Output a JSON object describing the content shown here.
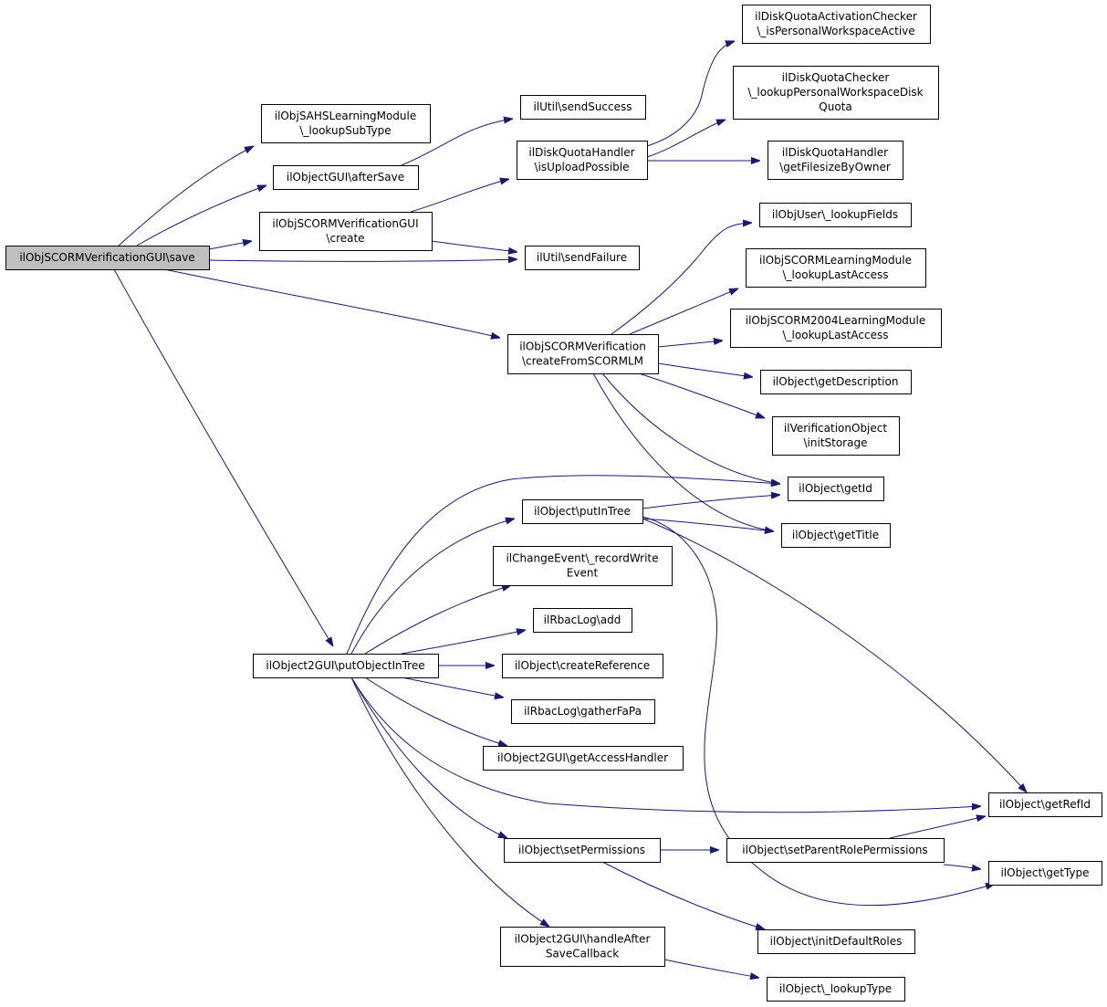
{
  "diagram": {
    "nodes": [
      {
        "id": "root",
        "lines": [
          "ilObjSCORMVerificationGUI\\save"
        ],
        "highlight": true
      },
      {
        "id": "sahs_lookup",
        "lines": [
          "ilObjSAHSLearningModule",
          "\\_lookupSubType"
        ]
      },
      {
        "id": "gui_aftersave",
        "lines": [
          "ilObjectGUI\\afterSave"
        ]
      },
      {
        "id": "verif_create",
        "lines": [
          "ilObjSCORMVerificationGUI",
          "\\create"
        ]
      },
      {
        "id": "util_success",
        "lines": [
          "ilUtil\\sendSuccess"
        ]
      },
      {
        "id": "util_failure",
        "lines": [
          "ilUtil\\sendFailure"
        ]
      },
      {
        "id": "quota_upload",
        "lines": [
          "ilDiskQuotaHandler",
          "\\isUploadPossible"
        ]
      },
      {
        "id": "quota_activation",
        "lines": [
          "ilDiskQuotaActivationChecker",
          "\\_isPersonalWorkspaceActive"
        ]
      },
      {
        "id": "quota_checker",
        "lines": [
          "ilDiskQuotaChecker",
          "\\_lookupPersonalWorkspaceDisk",
          "Quota"
        ]
      },
      {
        "id": "quota_filesize",
        "lines": [
          "ilDiskQuotaHandler",
          "\\getFilesizeByOwner"
        ]
      },
      {
        "id": "verif_from_scorm",
        "lines": [
          "ilObjSCORMVerification",
          "\\createFromSCORMLM"
        ]
      },
      {
        "id": "user_fields",
        "lines": [
          "ilObjUser\\_lookupFields"
        ]
      },
      {
        "id": "scorm_lastaccess",
        "lines": [
          "ilObjSCORMLearningModule",
          "\\_lookupLastAccess"
        ]
      },
      {
        "id": "scorm2004_lastaccess",
        "lines": [
          "ilObjSCORM2004LearningModule",
          "\\_lookupLastAccess"
        ]
      },
      {
        "id": "obj_description",
        "lines": [
          "ilObject\\getDescription"
        ]
      },
      {
        "id": "verif_initstorage",
        "lines": [
          "ilVerificationObject",
          "\\initStorage"
        ]
      },
      {
        "id": "obj_getid",
        "lines": [
          "ilObject\\getId"
        ]
      },
      {
        "id": "obj_getTitle",
        "lines": [
          "ilObject\\getTitle"
        ]
      },
      {
        "id": "obj_putintree",
        "lines": [
          "ilObject\\putInTree"
        ]
      },
      {
        "id": "change_event",
        "lines": [
          "ilChangeEvent\\_recordWrite",
          "Event"
        ]
      },
      {
        "id": "rbac_add",
        "lines": [
          "ilRbacLog\\add"
        ]
      },
      {
        "id": "obj2_putobject",
        "lines": [
          "ilObject2GUI\\putObjectInTree"
        ]
      },
      {
        "id": "obj_createref",
        "lines": [
          "ilObject\\createReference"
        ]
      },
      {
        "id": "rbac_gather",
        "lines": [
          "ilRbacLog\\gatherFaPa"
        ]
      },
      {
        "id": "obj2_access",
        "lines": [
          "ilObject2GUI\\getAccessHandler"
        ]
      },
      {
        "id": "obj_getrefid",
        "lines": [
          "ilObject\\getRefId"
        ]
      },
      {
        "id": "obj_setperm",
        "lines": [
          "ilObject\\setPermissions"
        ]
      },
      {
        "id": "obj_setparent",
        "lines": [
          "ilObject\\setParentRolePermissions"
        ]
      },
      {
        "id": "obj_gettype",
        "lines": [
          "ilObject\\getType"
        ]
      },
      {
        "id": "obj2_handleafter",
        "lines": [
          "ilObject2GUI\\handleAfter",
          "SaveCallback"
        ]
      },
      {
        "id": "obj_initroles",
        "lines": [
          "ilObject\\initDefaultRoles"
        ]
      },
      {
        "id": "obj_lookuptype",
        "lines": [
          "ilObject\\_lookupType"
        ]
      }
    ],
    "edges": [
      [
        "root",
        "sahs_lookup"
      ],
      [
        "root",
        "gui_aftersave"
      ],
      [
        "root",
        "verif_create"
      ],
      [
        "root",
        "util_failure"
      ],
      [
        "root",
        "verif_from_scorm"
      ],
      [
        "root",
        "obj2_putobject"
      ],
      [
        "gui_aftersave",
        "util_success"
      ],
      [
        "verif_create",
        "quota_upload"
      ],
      [
        "verif_create",
        "util_failure"
      ],
      [
        "quota_upload",
        "quota_activation"
      ],
      [
        "quota_upload",
        "quota_checker"
      ],
      [
        "quota_upload",
        "quota_filesize"
      ],
      [
        "verif_from_scorm",
        "user_fields"
      ],
      [
        "verif_from_scorm",
        "scorm_lastaccess"
      ],
      [
        "verif_from_scorm",
        "scorm2004_lastaccess"
      ],
      [
        "verif_from_scorm",
        "obj_description"
      ],
      [
        "verif_from_scorm",
        "verif_initstorage"
      ],
      [
        "verif_from_scorm",
        "obj_getid"
      ],
      [
        "verif_from_scorm",
        "obj_getTitle"
      ],
      [
        "obj2_putobject",
        "obj_getid"
      ],
      [
        "obj2_putobject",
        "obj_putintree"
      ],
      [
        "obj2_putobject",
        "change_event"
      ],
      [
        "obj2_putobject",
        "rbac_add"
      ],
      [
        "obj2_putobject",
        "obj_createref"
      ],
      [
        "obj2_putobject",
        "rbac_gather"
      ],
      [
        "obj2_putobject",
        "obj2_access"
      ],
      [
        "obj2_putobject",
        "obj_getrefid"
      ],
      [
        "obj2_putobject",
        "obj_setperm"
      ],
      [
        "obj2_putobject",
        "obj2_handleafter"
      ],
      [
        "obj_putintree",
        "obj_getid"
      ],
      [
        "obj_putintree",
        "obj_getTitle"
      ],
      [
        "obj_putintree",
        "obj_getrefid"
      ],
      [
        "obj_putintree",
        "obj_gettype"
      ],
      [
        "obj_setperm",
        "obj_setparent"
      ],
      [
        "obj_setperm",
        "obj_initroles"
      ],
      [
        "obj_setparent",
        "obj_getrefid"
      ],
      [
        "obj_setparent",
        "obj_gettype"
      ],
      [
        "obj2_handleafter",
        "obj_lookuptype"
      ]
    ]
  }
}
